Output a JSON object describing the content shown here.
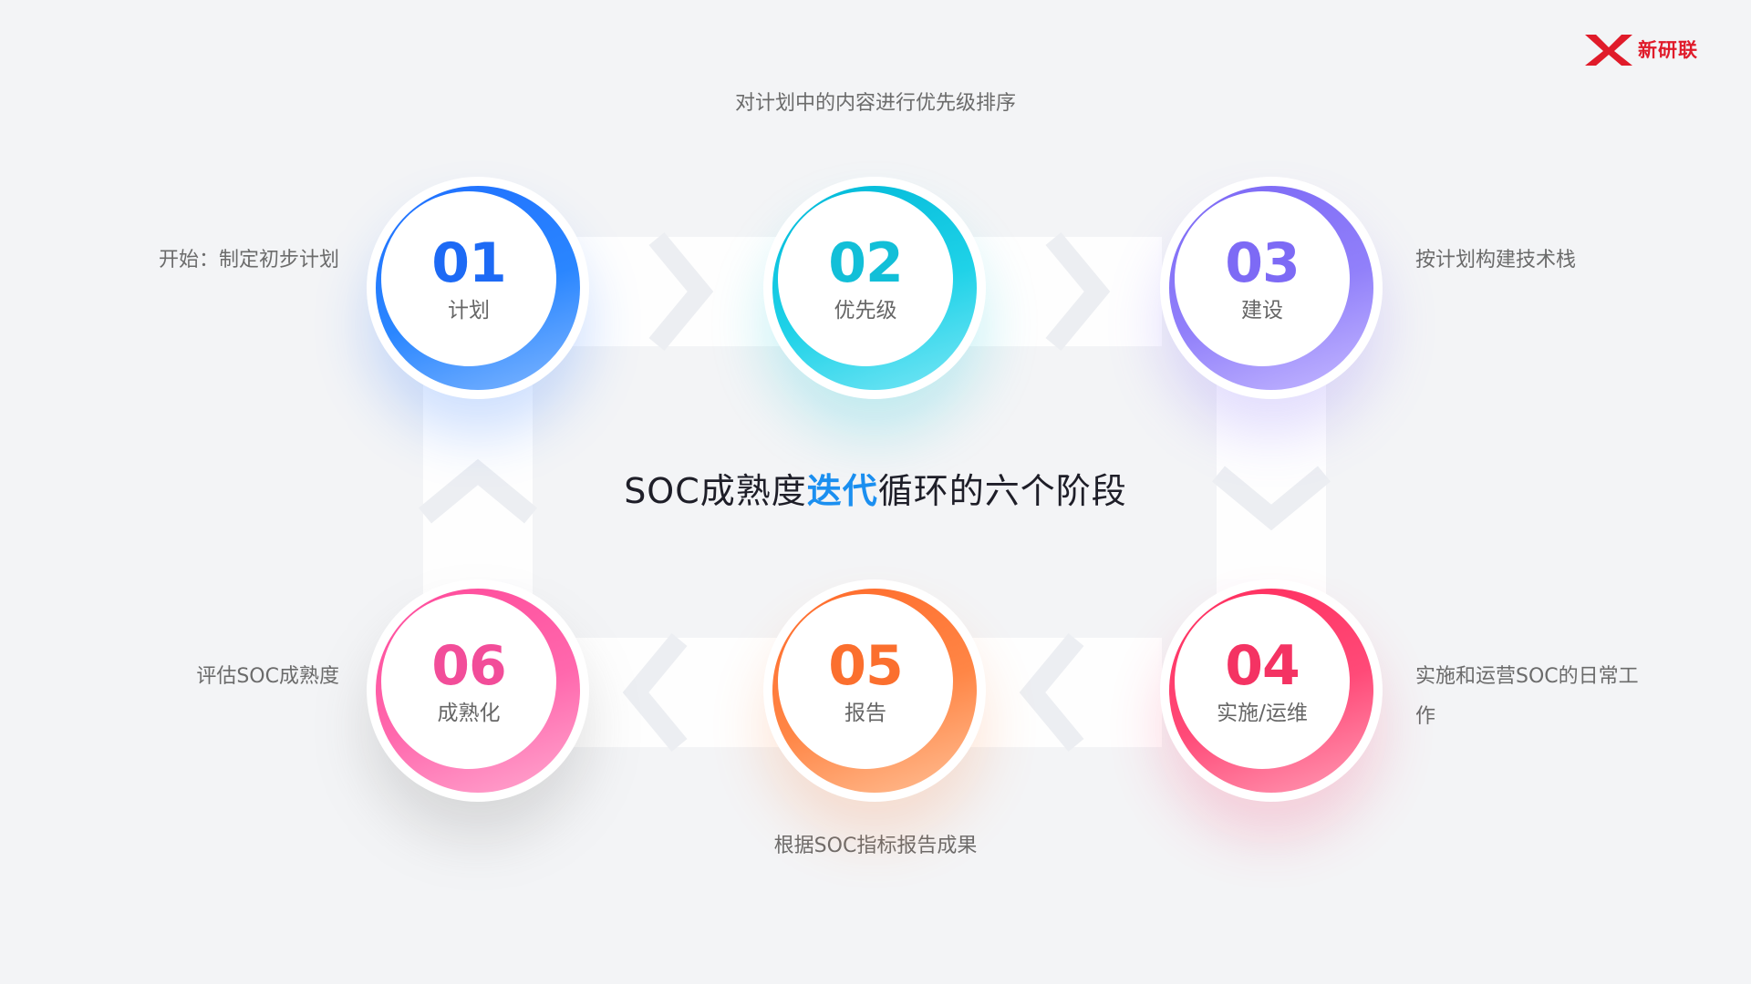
{
  "brand": {
    "logo_text": "新研联",
    "accent_color": "#e01b2a"
  },
  "title": {
    "prefix": "SOC成熟度",
    "highlight": "迭代",
    "suffix": "循环的六个阶段",
    "highlight_color": "#1b8ff0"
  },
  "stages": [
    {
      "number": "01",
      "label": "计划",
      "description": "开始：制定初步计划",
      "color": "#1d6af5"
    },
    {
      "number": "02",
      "label": "优先级",
      "description": "对计划中的内容进行优先级排序",
      "color": "#12bfd8"
    },
    {
      "number": "03",
      "label": "建设",
      "description": "按计划构建技术栈",
      "color": "#7d6af5"
    },
    {
      "number": "04",
      "label": "实施/运维",
      "description": "实施和运营SOC的日常工作",
      "color": "#f43363"
    },
    {
      "number": "05",
      "label": "报告",
      "description": "根据SOC指标报告成果",
      "color": "#fb6f2e"
    },
    {
      "number": "06",
      "label": "成熟化",
      "description": "评估SOC成熟度",
      "color": "#f24d99"
    }
  ]
}
